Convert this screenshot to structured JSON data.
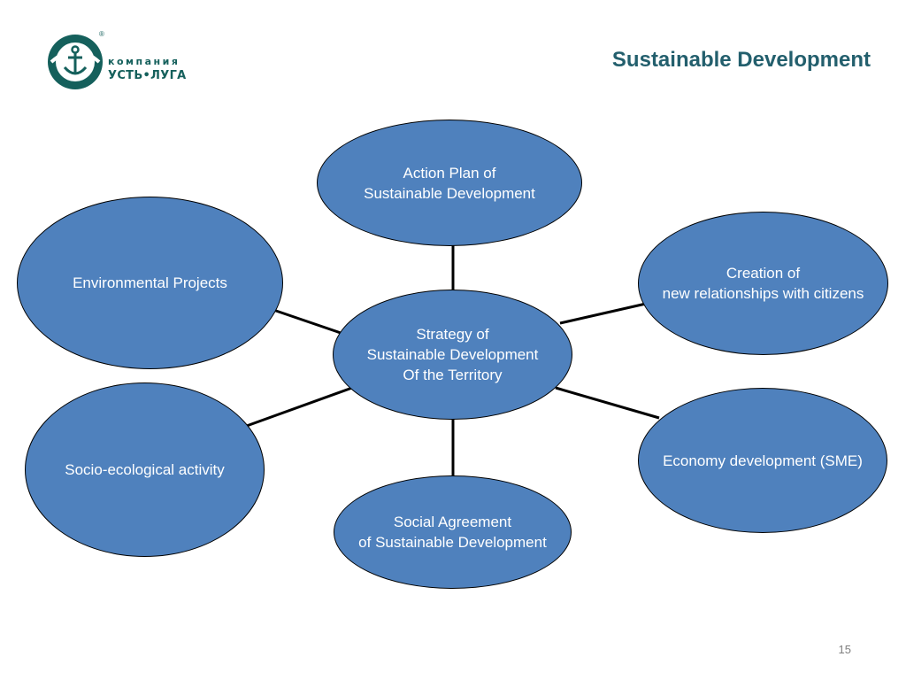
{
  "logo": {
    "line1": "компания",
    "line2": "УСТЬ•ЛУГА",
    "registered": "®",
    "icon": "anchor-icon",
    "color": "#15605c"
  },
  "title": "Sustainable Development",
  "colors": {
    "node_fill": "#4f81bd",
    "node_border": "#000000",
    "title": "#235f6d"
  },
  "diagram": {
    "center": "Strategy of\nSustainable Development\nOf the Territory",
    "action_plan": "Action Plan of\nSustainable Development",
    "environmental": "Environmental Projects",
    "creation": "Creation of\nnew relationships with citizens",
    "socio_ecological": "Socio-ecological activity",
    "economy": "Economy development (SME)",
    "social_agreement": "Social Agreement\nof  Sustainable Development"
  },
  "page_number": "15"
}
